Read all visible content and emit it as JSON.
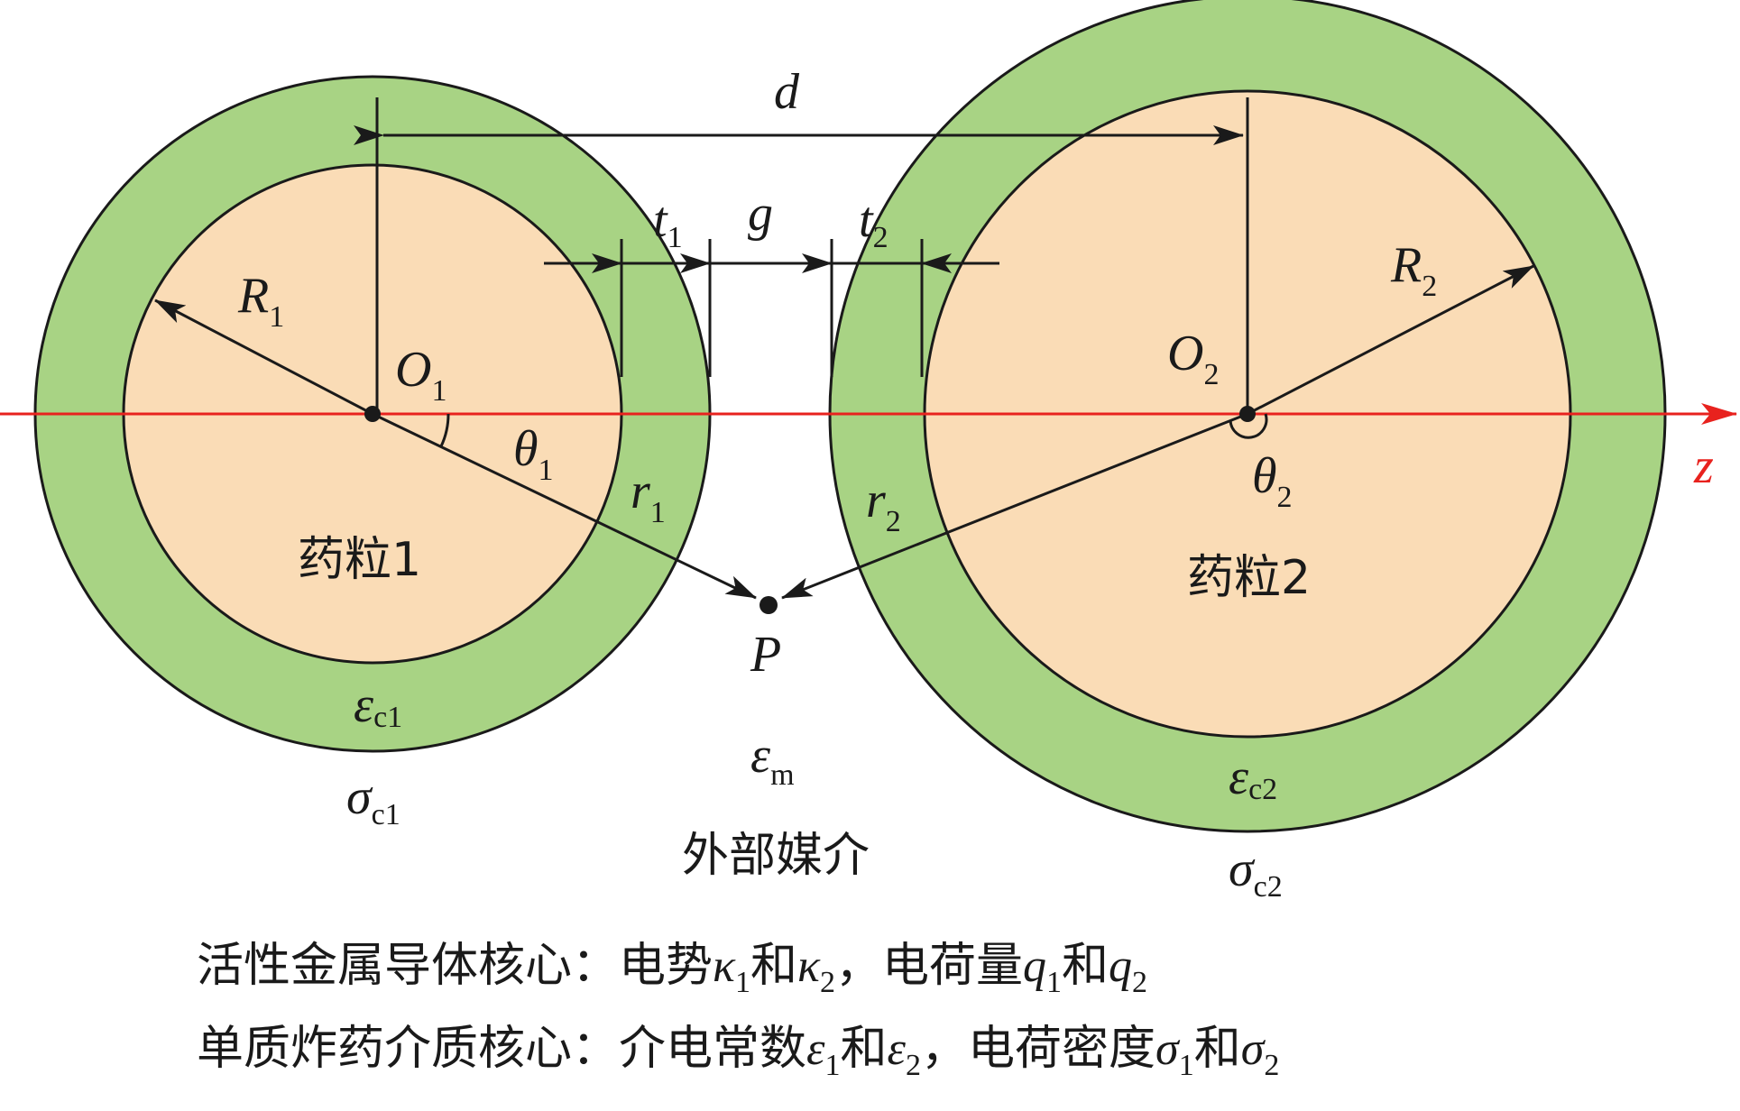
{
  "colors": {
    "coating": "#a8d384",
    "core": "#fadcb6",
    "axis": "#e8221e",
    "stroke": "#1a1a1a"
  },
  "labels": {
    "d": "d",
    "g": "g",
    "t1": "t",
    "t1_sub": "1",
    "t2": "t",
    "t2_sub": "2",
    "R1": "R",
    "R1_sub": "1",
    "R2": "R",
    "R2_sub": "2",
    "O1": "O",
    "O1_sub": "1",
    "O2": "O",
    "O2_sub": "2",
    "theta1": "θ",
    "theta1_sub": "1",
    "theta2": "θ",
    "theta2_sub": "2",
    "r1": "r",
    "r1_sub": "1",
    "r2": "r",
    "r2_sub": "2",
    "z": "z",
    "P": "P",
    "eps_c1": "ε",
    "eps_c1_sub": "c1",
    "eps_c2": "ε",
    "eps_c2_sub": "c2",
    "eps_m": "ε",
    "eps_m_sub": "m",
    "sigma_c1": "σ",
    "sigma_c1_sub": "c1",
    "sigma_c2": "σ",
    "sigma_c2_sub": "c2",
    "particle1": "药粒1",
    "particle2": "药粒2",
    "medium": "外部媒介"
  },
  "legend": {
    "line1": {
      "prefix": "活性金属导体核心：电势",
      "k": "κ",
      "k1": "1",
      "and1": "和",
      "k2": "2",
      "mid": "，电荷量",
      "q": "q",
      "q1": "1",
      "and2": "和",
      "q2": "2"
    },
    "line2": {
      "prefix": "单质炸药介质核心：介电常数",
      "e": "ε",
      "e1": "1",
      "and1": "和",
      "e2": "2",
      "mid": "，电荷密度",
      "s": "σ",
      "s1": "1",
      "and2": "和",
      "s2": "2"
    }
  }
}
